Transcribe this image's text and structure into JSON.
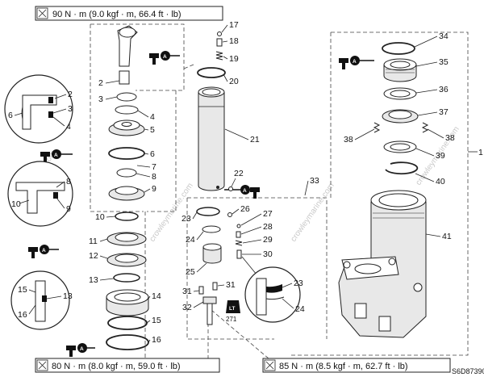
{
  "figure_id": "S6D87390",
  "torque_specs": {
    "top": "90 N · m (9.0 kgf · m, 66.4 ft · lb)",
    "bottom_left": "80 N · m (8.0 kgf · m, 59.0 ft · lb)",
    "bottom_right": "85 N · m (8.5 kgf · m, 62.7 ft · lb)"
  },
  "grease_label": "A",
  "locktite_label": "LT",
  "locktite_number": "271",
  "watermarks": [
    "crowleymarine.com",
    "crowleymarine.com",
    "crowleymarine.com",
    "crowleymarine.com"
  ],
  "callouts": {
    "c1": "1",
    "c2": "2",
    "c3": "3",
    "c4": "4",
    "c5": "5",
    "c6": "6",
    "c7": "7",
    "c8": "8",
    "c9": "9",
    "c10": "10",
    "c11": "11",
    "c12": "12",
    "c13": "13",
    "c14": "14",
    "c15": "15",
    "c16": "16",
    "c17": "17",
    "c18": "18",
    "c19": "19",
    "c20": "20",
    "c21": "21",
    "c22": "22",
    "c23": "23",
    "c24": "24",
    "c25": "25",
    "c26": "26",
    "c27": "27",
    "c28": "28",
    "c29": "29",
    "c30": "30",
    "c31": "31",
    "c32": "32",
    "c33": "33",
    "c34": "34",
    "c35": "35",
    "c36": "36",
    "c37": "37",
    "c38": "38",
    "c39": "39",
    "c40": "40",
    "c41": "41"
  },
  "detail_callouts": {
    "d1_2": "2",
    "d1_3": "3",
    "d1_4": "4",
    "d1_6": "6",
    "d2_8": "8",
    "d2_9": "9",
    "d2_10": "10",
    "d3_13": "13",
    "d3_15": "15",
    "d3_16": "16",
    "d4_23": "23",
    "d4_24": "24"
  }
}
